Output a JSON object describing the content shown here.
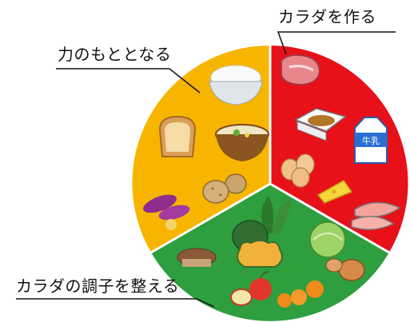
{
  "labels": {
    "energy": "力のもととなる",
    "body": "カラダを作る",
    "condition": "カラダの調子を整える"
  },
  "groups": [
    {
      "id": "energy",
      "color": "#F7B500",
      "foods": [
        "rice-bowl-icon",
        "bread-icon",
        "soup-bowl-icon",
        "potato-icon",
        "sweet-potato-icon"
      ]
    },
    {
      "id": "body",
      "color": "#E8111A",
      "foods": [
        "meat-icon",
        "natto-icon",
        "milk-carton-icon",
        "eggs-icon",
        "cheese-icon",
        "fish-icon"
      ]
    },
    {
      "id": "condition",
      "color": "#2E9E3E",
      "foods": [
        "pumpkin-icon",
        "spinach-icon",
        "cabbage-icon",
        "mushroom-icon",
        "onion-icon",
        "apple-icon",
        "orange-icon"
      ]
    }
  ],
  "milk_label": "牛乳"
}
